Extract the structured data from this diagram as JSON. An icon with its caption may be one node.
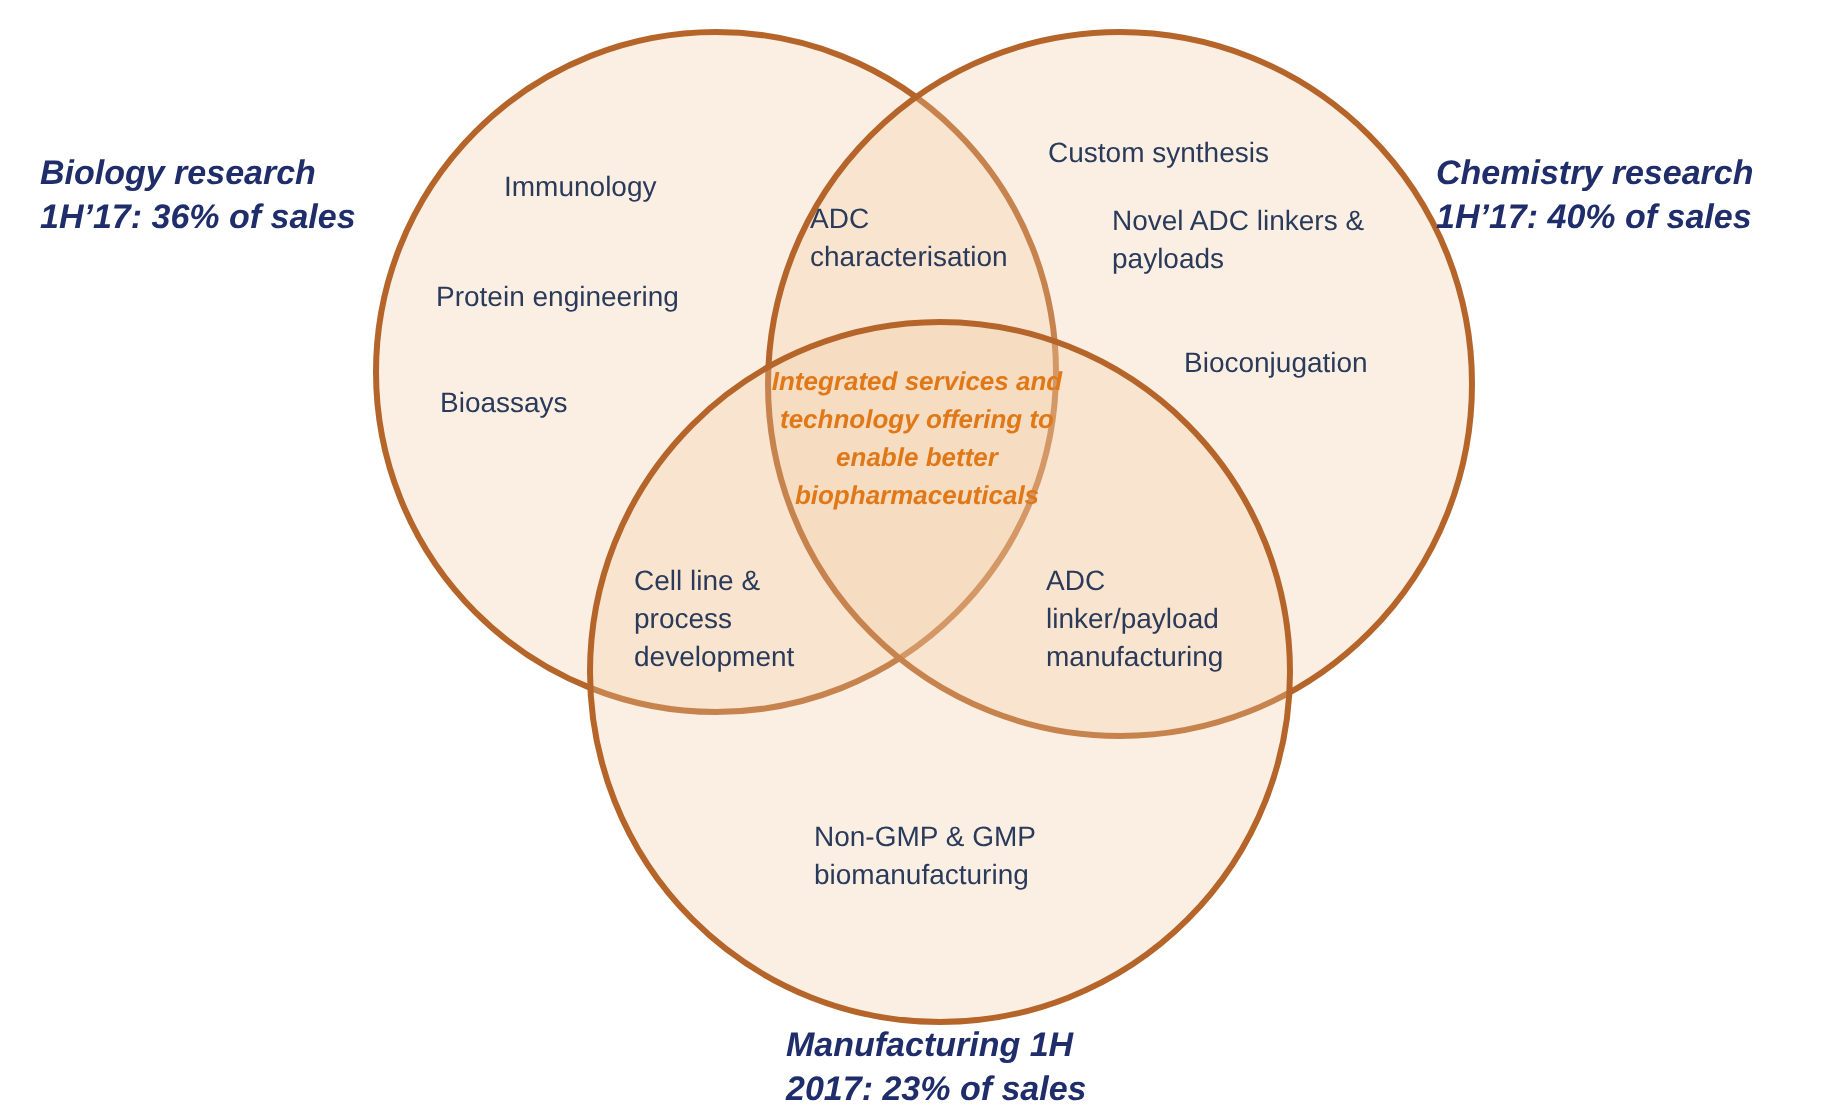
{
  "diagram": {
    "nodes": [
      {
        "text": [
          "Biology research 1H’17: 36% of sales"
        ]
      },
      {
        "text": [
          "Chemistry research 1H’17: 40% of sales"
        ]
      },
      {
        "text": [
          "Manufacturing 1H 2017: 23% of sales"
        ]
      }
    ],
    "labels": [
      "Immunology",
      "ADC characterisation",
      "Custom synthesis",
      "Novel ADC linkers & payloads",
      "Protein engineering",
      "Bioconjugation",
      "Bioassays",
      "Integrated services and technology offering to enable better biopharmaceuticals",
      "Cell line & process development",
      "ADC linker/payload manufacturing",
      "Non-GMP & GMP biomanufacturing"
    ]
  }
}
